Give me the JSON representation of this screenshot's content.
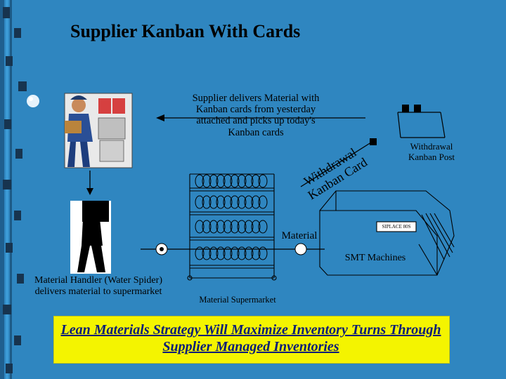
{
  "slide": {
    "title": "Supplier Kanban With Cards",
    "supplier_text": "Supplier delivers Material with Kanban cards from yesterday attached and picks up today's Kanban cards",
    "withdrawal_card": "Withdrawal Kanban Card",
    "withdrawal_post": "Withdrawal Kanban Post",
    "material": "Material",
    "machine_label": "SIPLACE 80S",
    "smt": "SMT Machines",
    "handler": "Material Handler (Water Spider) delivers material to supermarket",
    "supermarket": "Material Supermarket",
    "caption": "Lean Materials Strategy Will Maximize Inventory Turns Through Supplier Managed Inventories"
  },
  "colors": {
    "background": "#2f86c0",
    "caption_bg": "#f4f400",
    "caption_text": "#0a1d78"
  }
}
